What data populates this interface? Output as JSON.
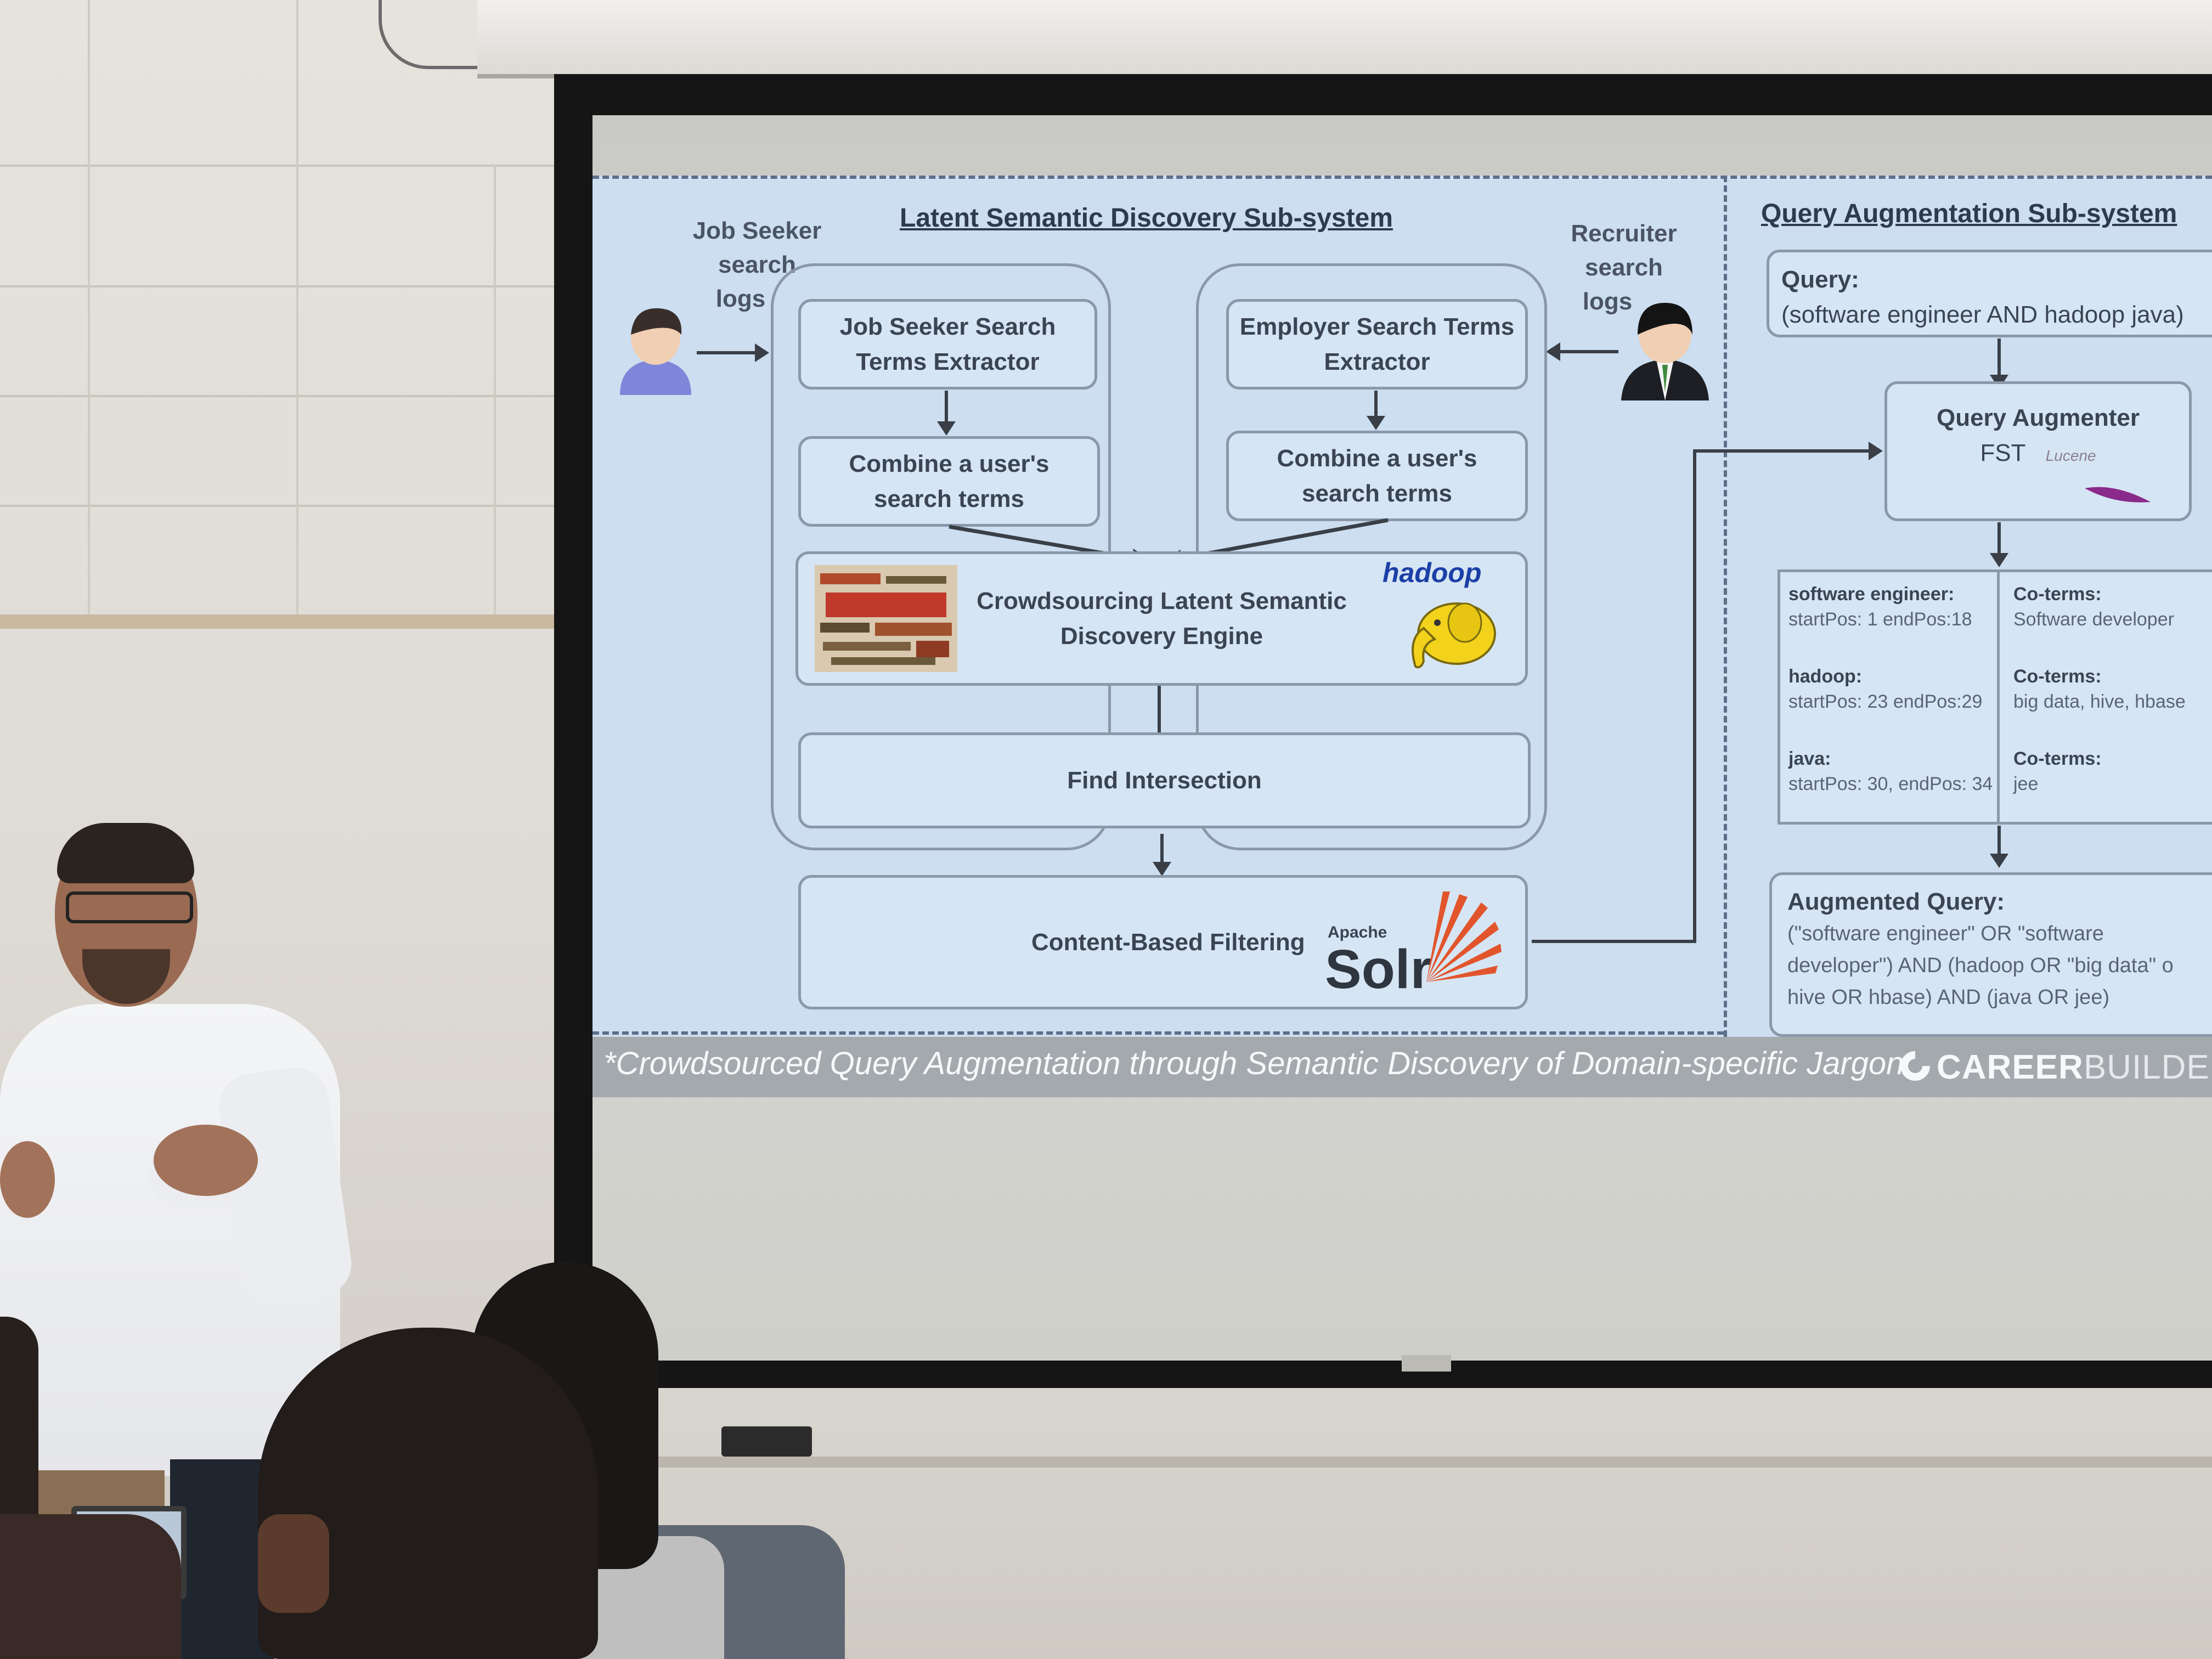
{
  "slide": {
    "left_title": "Latent Semantic Discovery Sub-system",
    "right_title": "Query Augmentation Sub-system",
    "job_seeker_logs": [
      "Job Seeker",
      "search",
      "logs"
    ],
    "recruiter_logs": [
      "Recruiter",
      "search",
      "logs"
    ],
    "box_job_seeker_extractor": [
      "Job Seeker Search",
      "Terms Extractor"
    ],
    "box_employer_extractor": [
      "Employer Search Terms",
      "Extractor"
    ],
    "box_combine_left": [
      "Combine a user's",
      "search terms"
    ],
    "box_combine_right": [
      "Combine a user's",
      "search terms"
    ],
    "box_engine": [
      "Crowdsourcing Latent Semantic",
      "Discovery Engine"
    ],
    "hadoop_logo": "hadoop",
    "box_intersection": "Find Intersection",
    "box_filtering": "Content-Based Filtering",
    "solr_apache": "Apache",
    "solr_logo": "Solr",
    "query_label": "Query:",
    "query_text": "(software engineer AND hadoop java)",
    "augmenter_title": "Query Augmenter",
    "augmenter_fst": "FST",
    "lucene_logo": "Lucene",
    "terms": [
      {
        "term": "software engineer:",
        "pos": "startPos: 1 endPos:18",
        "coterms_label": "Co-terms:",
        "coterms": "Software developer"
      },
      {
        "term": "hadoop:",
        "pos": "startPos: 23 endPos:29",
        "coterms_label": "Co-terms:",
        "coterms": "big data, hive, hbase"
      },
      {
        "term": "java:",
        "pos": "startPos: 30, endPos: 34",
        "coterms_label": "Co-terms:",
        "coterms": "jee"
      }
    ],
    "augmented_label": "Augmented Query:",
    "augmented_lines": [
      "(\"software engineer\" OR \"software",
      "developer\") AND (hadoop OR \"big data\" o",
      "hive OR hbase) AND (java OR jee)"
    ],
    "caption": "*Crowdsourced Query Augmentation through Semantic Discovery of Domain-specific Jargon",
    "brand_bold": "CAREER",
    "brand_light": "BUILDE"
  },
  "colors": {
    "slide_bg": "#ccdef0",
    "box_border": "#8a98aa",
    "text": "#3b4453",
    "caption_bar": "#a4a9ae"
  }
}
